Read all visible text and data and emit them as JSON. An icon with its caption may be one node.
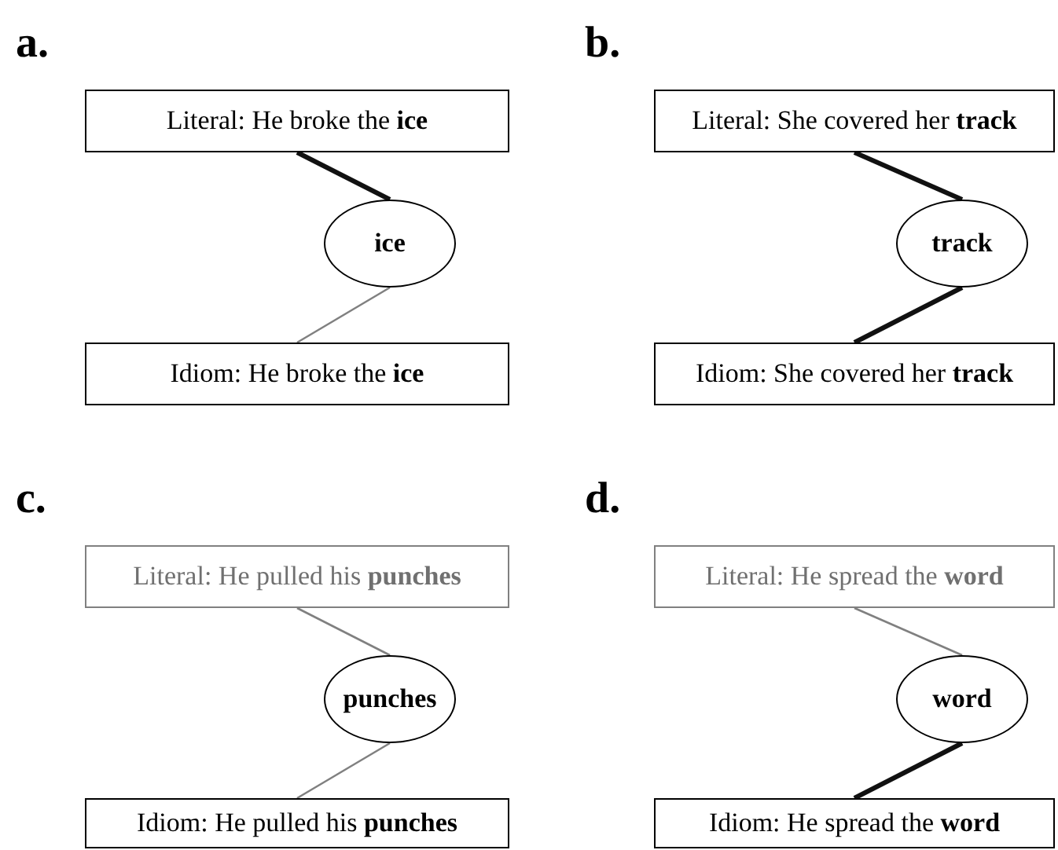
{
  "diagram": {
    "nodes": [
      {
        "text": [
          "Literal: He broke the **ice**"
        ]
      },
      {
        "text": [
          "ice"
        ]
      },
      {
        "text": [
          "Idiom: He broke the **ice**"
        ]
      },
      {
        "text": [
          "Literal: She covered her **track**"
        ]
      },
      {
        "text": [
          "track"
        ]
      },
      {
        "text": [
          "Idiom: She covered her **track**"
        ]
      },
      {
        "text": [
          "Literal: He pulled his **punches**"
        ]
      },
      {
        "text": [
          "punches"
        ]
      },
      {
        "text": [
          "Idiom: He pulled his **punches**"
        ]
      },
      {
        "text": [
          "Literal: He spread the **word**"
        ]
      },
      {
        "text": [
          "word"
        ]
      },
      {
        "text": [
          "Idiom: He spread the **word**"
        ]
      }
    ],
    "edges": [
      {
        "from": 0,
        "to": 1,
        "arrow": "none",
        "style": "thick"
      },
      {
        "from": 1,
        "to": 2,
        "arrow": "none",
        "color": "#808080"
      },
      {
        "from": 3,
        "to": 4,
        "arrow": "none",
        "style": "thick"
      },
      {
        "from": 4,
        "to": 5,
        "arrow": "none",
        "style": "thick"
      },
      {
        "from": 6,
        "to": 7,
        "arrow": "none",
        "color": "#808080"
      },
      {
        "from": 7,
        "to": 8,
        "arrow": "none",
        "color": "#808080"
      },
      {
        "from": 9,
        "to": 10,
        "arrow": "none",
        "color": "#808080"
      },
      {
        "from": 10,
        "to": 11,
        "arrow": "none",
        "style": "thick"
      }
    ],
    "labels": [
      "a.",
      "b.",
      "c.",
      "d."
    ]
  }
}
